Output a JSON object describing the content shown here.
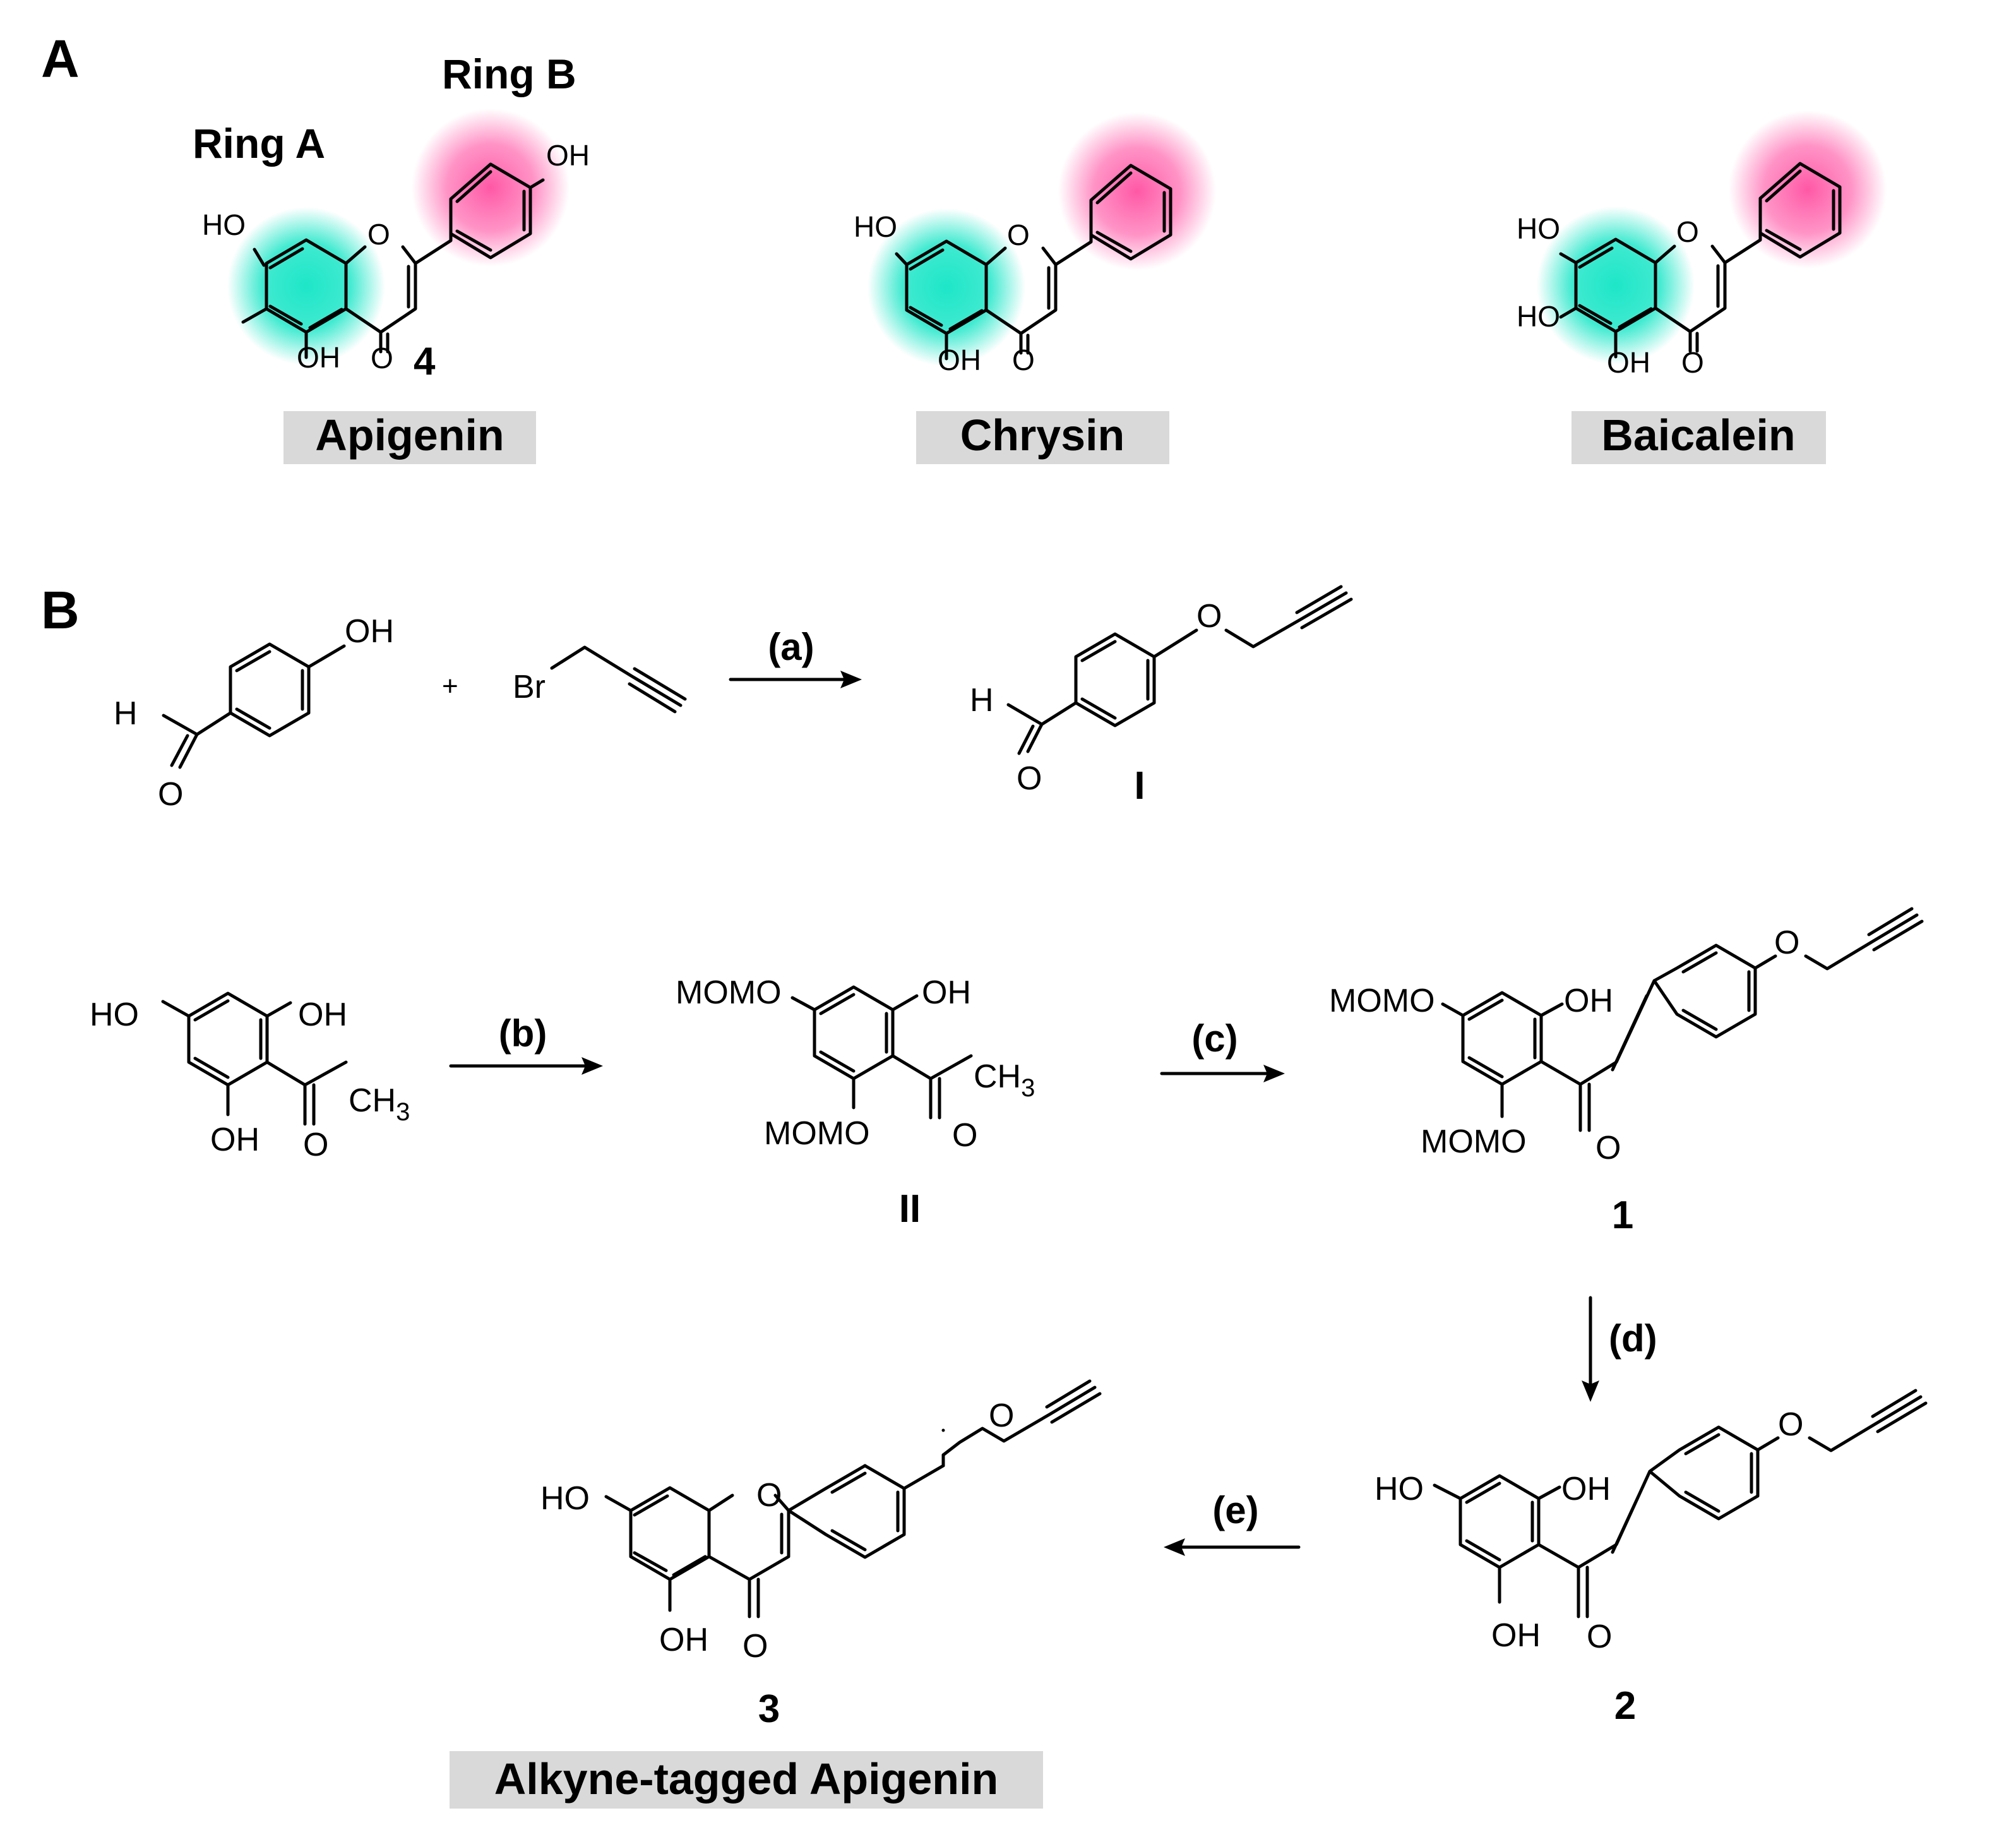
{
  "panel_a": {
    "label": "A",
    "ring_a_label": "Ring A",
    "ring_b_label": "Ring B",
    "ring_a_color": "#1ee6c8",
    "ring_b_color": "#ff4fa0",
    "name_box_color": "#d9d9d9",
    "compounds": [
      {
        "id": "apigenin",
        "name": "Apigenin",
        "number": "4",
        "substituents": [
          "HO",
          "OH",
          "O",
          "O",
          "OH"
        ]
      },
      {
        "id": "chrysin",
        "name": "Chrysin",
        "substituents": [
          "HO",
          "OH",
          "O",
          "O"
        ]
      },
      {
        "id": "baicalein",
        "name": "Baicalein",
        "substituents": [
          "HO",
          "HO",
          "OH",
          "O",
          "O"
        ]
      }
    ]
  },
  "panel_b": {
    "label": "B",
    "plus": "+",
    "reagents": {
      "hydroxybenzaldehyde": [
        "OH",
        "H",
        "O"
      ],
      "propargyl_bromide": [
        "Br"
      ],
      "phloroacetophenone": [
        "HO",
        "OH",
        "OH",
        "CH",
        "3",
        "O"
      ]
    },
    "steps": [
      "(a)",
      "(b)",
      "(c)",
      "(d)",
      "(e)"
    ],
    "compounds": [
      {
        "id": "I",
        "label": "I",
        "atoms": [
          "O",
          "H",
          "O"
        ]
      },
      {
        "id": "II",
        "label": "II",
        "atoms": [
          "MOMO",
          "OH",
          "MOMO",
          "CH",
          "3",
          "O"
        ]
      },
      {
        "id": "1",
        "label": "1",
        "atoms": [
          "MOMO",
          "OH",
          "MOMO",
          "O",
          "O"
        ]
      },
      {
        "id": "2",
        "label": "2",
        "atoms": [
          "HO",
          "OH",
          "OH",
          "O",
          "O"
        ]
      },
      {
        "id": "3",
        "label": "3",
        "name": "Alkyne-tagged Apigenin",
        "atoms": [
          "HO",
          "O",
          "OH",
          "O",
          "O"
        ]
      }
    ]
  }
}
